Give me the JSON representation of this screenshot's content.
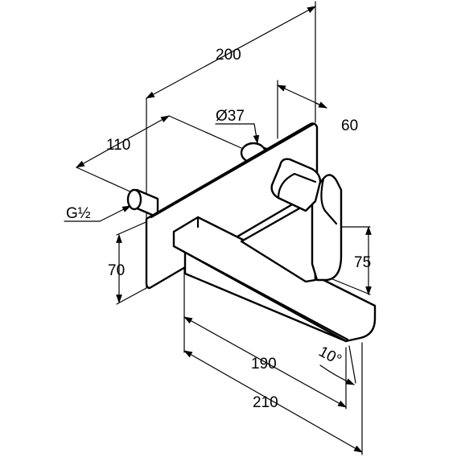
{
  "dimensions": {
    "overall_depth": "200",
    "pipe_diameter": "Ø37",
    "lever_depth": "60",
    "inlet_depth": "110",
    "thread_size": "G½",
    "plate_lower_height": "70",
    "spout_height": "75",
    "spout_length": "190",
    "total_length": "210",
    "spout_angle": "10°"
  }
}
